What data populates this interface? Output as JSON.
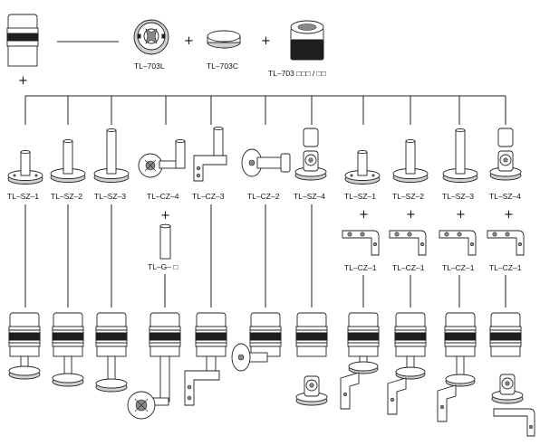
{
  "header": {
    "cap_label": "TL–703L",
    "disc_label": "TL–703C",
    "buzzer_label": "TL–703 □□□ / □□",
    "plus": "+"
  },
  "mounts": [
    {
      "label": "TL–SZ–1"
    },
    {
      "label": "TL–SZ–2"
    },
    {
      "label": "TL–SZ–3"
    },
    {
      "label": "TL–CZ–4"
    },
    {
      "label": "TL–CZ–3"
    },
    {
      "label": "TL–CZ–2"
    },
    {
      "label": "TL–SZ–4"
    },
    {
      "label": "TL–SZ–1"
    },
    {
      "label": "TL–SZ–2"
    },
    {
      "label": "TL–SZ–3"
    },
    {
      "label": "TL–SZ–4"
    }
  ],
  "extras": {
    "pole_label": "TL–G– □",
    "bracket_labels": [
      "TL–CZ–1",
      "TL–CZ–1",
      "TL–CZ–1",
      "TL–CZ–1"
    ]
  }
}
